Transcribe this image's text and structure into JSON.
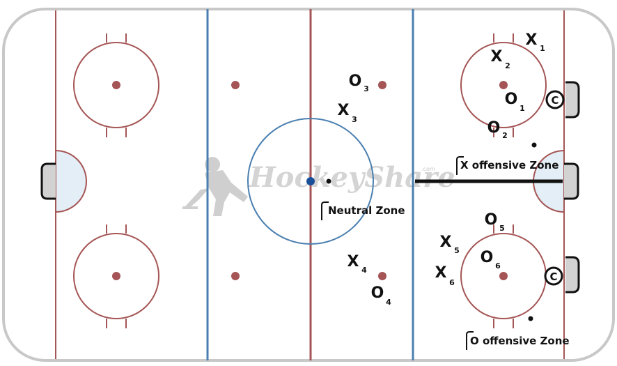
{
  "watermark": {
    "brand": "HockeyShare",
    "suffix": ".com"
  },
  "zones": {
    "neutral": "Neutral Zone",
    "x_offensive": "X offensive Zone",
    "o_offensive": "O offensive Zone"
  },
  "players": {
    "x": [
      {
        "mark": "X",
        "num": "1"
      },
      {
        "mark": "X",
        "num": "2"
      },
      {
        "mark": "X",
        "num": "3"
      },
      {
        "mark": "X",
        "num": "4"
      },
      {
        "mark": "X",
        "num": "5"
      },
      {
        "mark": "X",
        "num": "6"
      }
    ],
    "o": [
      {
        "mark": "O",
        "num": "1"
      },
      {
        "mark": "O",
        "num": "2"
      },
      {
        "mark": "O",
        "num": "3"
      },
      {
        "mark": "O",
        "num": "4"
      },
      {
        "mark": "O",
        "num": "5"
      },
      {
        "mark": "O",
        "num": "6"
      }
    ]
  },
  "coaches": {
    "mark": "C"
  },
  "colors": {
    "board": "#c8c8c8",
    "red_line": "#a55555",
    "blue_line": "#4a7fb0",
    "crease_fill": "#e3eef6",
    "net_fill": "#d2d2d2"
  }
}
